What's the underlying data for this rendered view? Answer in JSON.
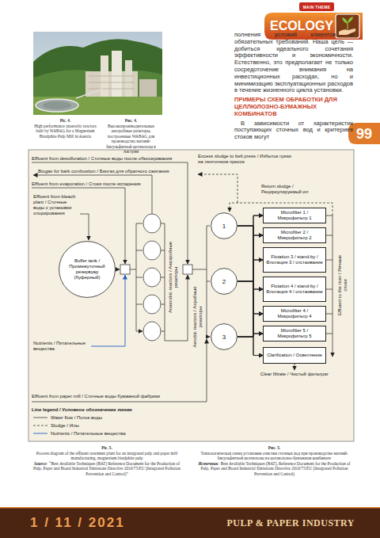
{
  "diagram": {
    "nodes": [
      {
        "text": [
          "Buffer tank / Промежуточный резервуар (буферный)"
        ]
      },
      {
        "text": [
          "1"
        ]
      },
      {
        "text": [
          "2"
        ]
      },
      {
        "text": [
          "3"
        ]
      },
      {
        "text": [
          "Microfilter 1 / Микрофильтр 1"
        ]
      },
      {
        "text": [
          "Microfilter 2 / Микрофильтр 2"
        ]
      },
      {
        "text": [
          "Flotation 3 / stand-by / Флотация 3 / отстаивание"
        ]
      },
      {
        "text": [
          "Flotation 4 / stand-by / Флотация 4 / отстаивание"
        ]
      },
      {
        "text": [
          "Microfilter 4 / Микрофильтр 4"
        ]
      },
      {
        "text": [
          "Microfilter 5 / Микрофильтр 5"
        ]
      },
      {
        "text": [
          "Clarification / Осветление"
        ]
      }
    ],
    "edges": [
      {
        "from": 1,
        "to": 4,
        "arrow": "to"
      },
      {
        "from": 1,
        "to": 5,
        "arrow": "to"
      },
      {
        "from": 1,
        "to": 6,
        "arrow": "to"
      },
      {
        "from": 1,
        "to": 7,
        "arrow": "to"
      },
      {
        "from": 1,
        "to": 8,
        "arrow": "to"
      },
      {
        "from": 1,
        "to": 9,
        "arrow": "to"
      },
      {
        "from": 1,
        "to": 10,
        "arrow": "to"
      },
      {
        "from": 2,
        "to": 4,
        "arrow": "to"
      },
      {
        "from": 2,
        "to": 5,
        "arrow": "to"
      },
      {
        "from": 2,
        "to": 6,
        "arrow": "to"
      },
      {
        "from": 2,
        "to": 7,
        "arrow": "to"
      },
      {
        "from": 2,
        "to": 8,
        "arrow": "to"
      },
      {
        "from": 2,
        "to": 9,
        "arrow": "to"
      },
      {
        "from": 2,
        "to": 10,
        "arrow": "to"
      },
      {
        "from": 3,
        "to": 4,
        "arrow": "to"
      },
      {
        "from": 3,
        "to": 5,
        "arrow": "to"
      },
      {
        "from": 3,
        "to": 6,
        "arrow": "to"
      },
      {
        "from": 3,
        "to": 7,
        "arrow": "to"
      },
      {
        "from": 3,
        "to": 8,
        "arrow": "to"
      },
      {
        "from": 3,
        "to": 9,
        "arrow": "to"
      },
      {
        "from": 3,
        "to": 10,
        "arrow": "to"
      }
    ],
    "labels": [
      "MAIN THEME",
      "ECOLOGY",
      "Pic. 4.",
      "High performance anaerobic reactors built by WABAG for a Magnesium Bisulphite Pulp Mill in Austria",
      "Рис. 4.",
      "Высокопроизводительные анаэробные реакторы, построенные WABAG для производства магний-бисульфитной целлюлозы в Австрии",
      "полнения условий клиентов и обязательных требований. Наша цель — добиться идеального сочетания эффективности и экономичности. Естественно, это предполагает не только сосредоточение внимания на инвестиционных расходах, но и минимизацию эксплуатационных расходов в течение жизненного цикла установки.",
      "ПРИМЕРЫ СХЕМ ОБРАБОТКИ ДЛЯ ЦЕЛЛЮЛОЗНО-БУМАЖНЫХ КОМБИНАТОВ",
      "В зависимости от характеристик поступающих сточных вод и критериев стоков могут",
      "99",
      "Effluent from desulfuration / Сточные воды после обессеривания",
      "Biogas for bark combustion / Биогаз для обратного сжигания",
      "Effluent from evaporation / Стоки после испарения",
      "Excess sludge to belt press / Избыток грязи на ленточном прессе",
      "Return sludge / Рециркулируемый ил",
      "Effluent from bleach plant / Сточные воды с установки хлорирования",
      "Nutrients / Питательные вещества",
      "Anaerobic reactors / Анаэробные реакторы",
      "Aerobic reactors / Аэробные реакторы",
      "Effluent to the river / Речные стоки",
      "Clear filtrate / Чистый фильтрат",
      "Effluent from paper mill / Сточные воды бумажной фабрики",
      "Line legend / Условное обозначение линии",
      "Pic. 5.",
      "Process diagram of the effluent treatment plant for an integrated pulp and paper mill manufacturing, magnesium bisulphite pulp",
      "Source:",
      "“Best Available Techniques (BAT) Reference Document for the Production of Pulp, Paper and Board Industrial Emissions Directive 2010/75/EU (Integrated Pollution Prevention and Control)”",
      "Рис. 5.",
      "Технологическая схема установки очистки сточных вод при производстве магний-бисульфитной целлюлозы на целлюлозно-бумажном комбинате",
      "Источник:",
      "Best Available Techniques (BAT), Reference Document for the Production of Pulp, Paper and Board Industrial Emissions Directive 2010/75/EU (Integrated Pollution Prevention and Control)",
      "1 / 11 / 2021",
      "PULP & PAPER INDUSTRY"
    ],
    "legend": [
      {
        "text": "Water flow / Поток воды"
      },
      {
        "text": "Sludge / Илы"
      },
      {
        "text": "Nutrients / Питательные вещества"
      }
    ]
  }
}
